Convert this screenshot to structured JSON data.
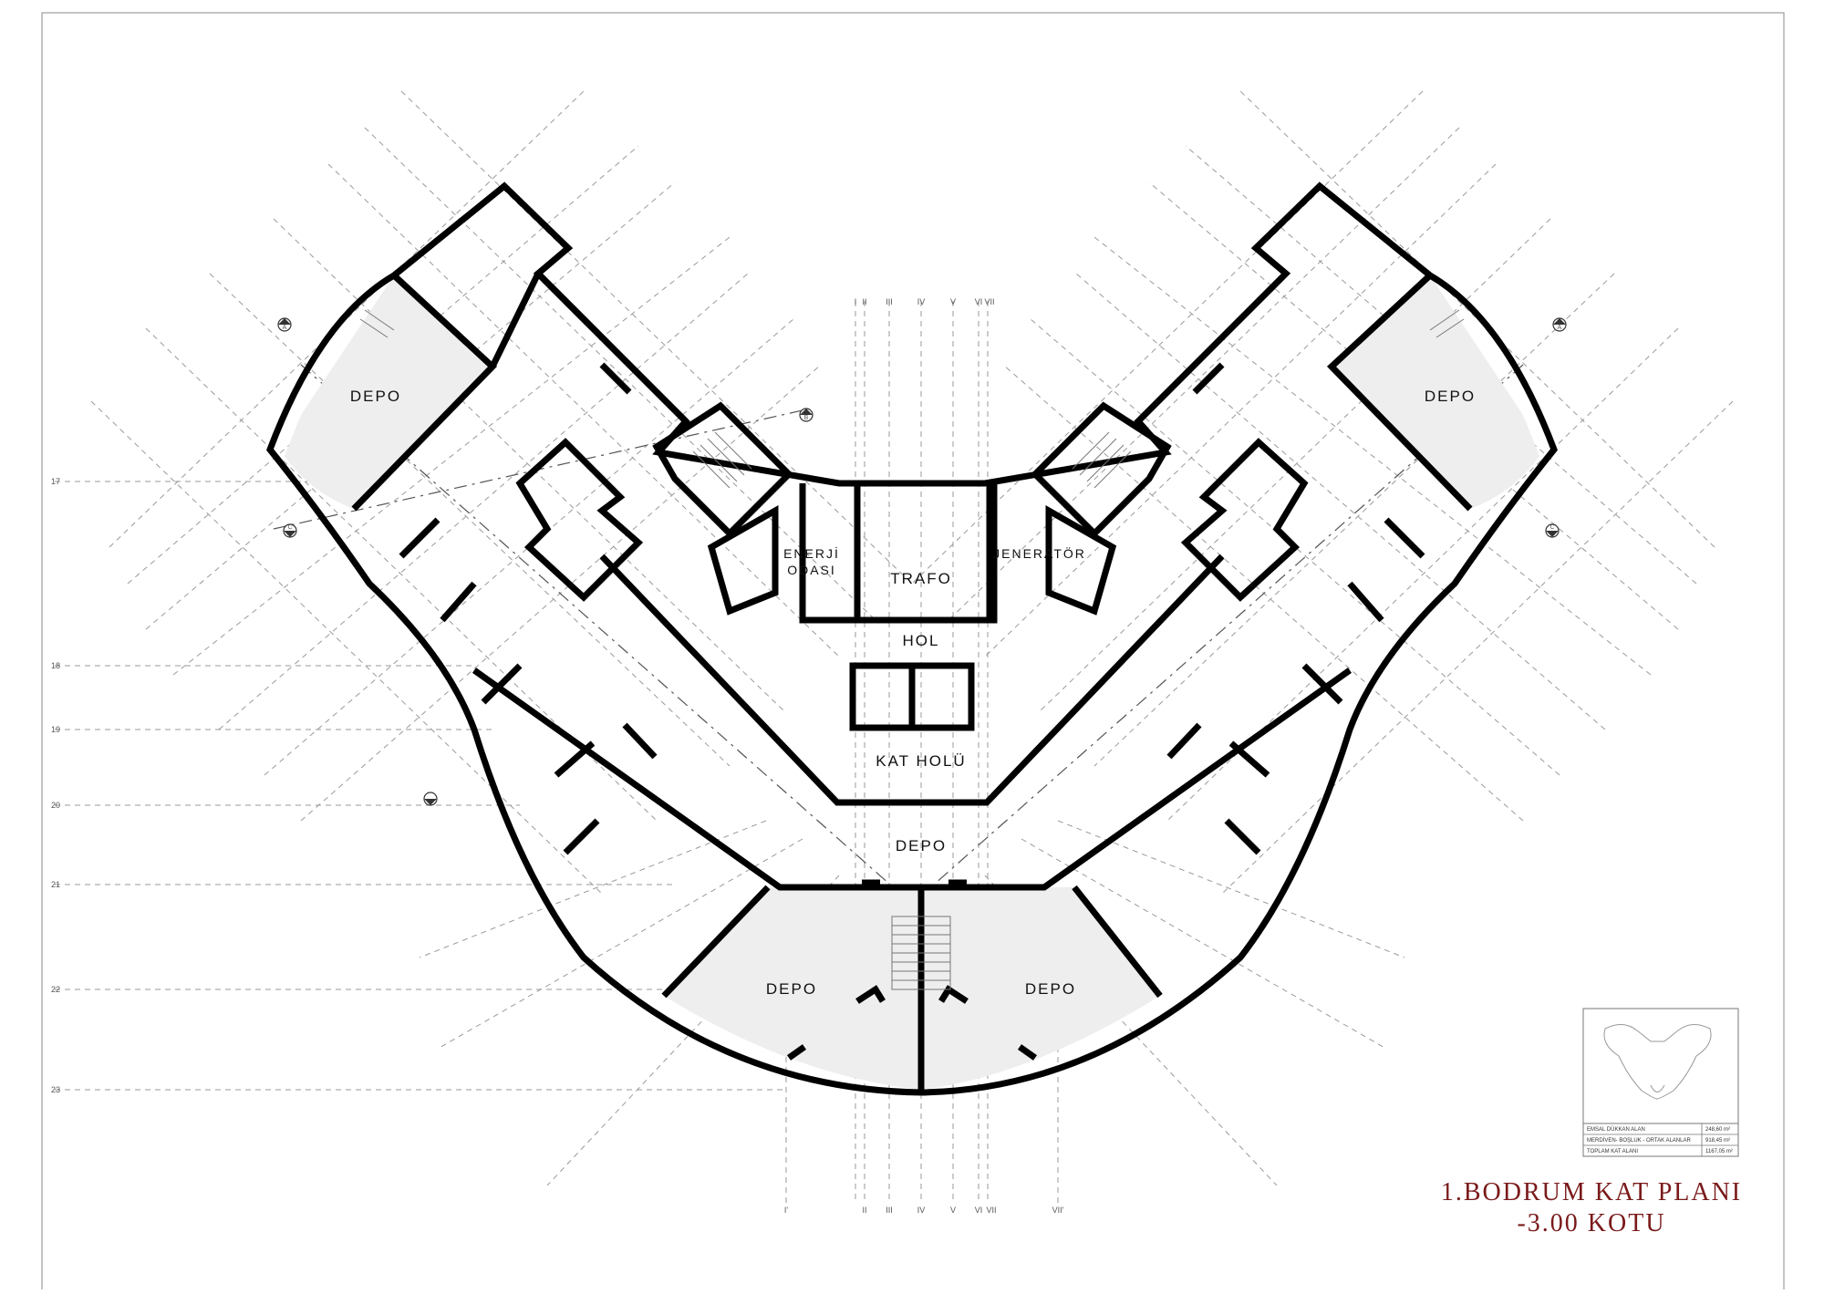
{
  "drawing": {
    "title_line1": "1.BODRUM KAT PLANI",
    "title_line2": "-3.00 KOTU",
    "title_color": "#7a1a1a"
  },
  "rooms": {
    "depo_left": "DEPO",
    "depo_right": "DEPO",
    "enerji_line1": "ENERJİ",
    "enerji_line2": "ODASI",
    "trafo": "TRAFO",
    "jenerator": "JENERATÖR",
    "hol": "HOL",
    "kat_holu": "KAT HOLÜ",
    "depo_center": "DEPO",
    "depo_bottom_left": "DEPO",
    "depo_bottom_right": "DEPO"
  },
  "grid_labels": {
    "roman_top": [
      "I",
      "II",
      "III",
      "IV",
      "V",
      "VI",
      "VII"
    ],
    "roman_bottom": [
      "I'",
      "II",
      "III",
      "IV",
      "V",
      "VI",
      "VII",
      "VII'"
    ],
    "left_numbers": [
      "17",
      "18",
      "19",
      "20",
      "21",
      "22",
      "23"
    ]
  },
  "section_marks": [
    "A",
    "C",
    "B",
    "A",
    "C"
  ],
  "area_table": {
    "rows": [
      {
        "label": "EMSAL DÜKKAN ALAN",
        "value": "248,60 m²"
      },
      {
        "label": "MERDİVEN- BOŞLUK - ORTAK ALANLAR",
        "value": "918,45 m²"
      },
      {
        "label": "TOPLAM KAT ALANI",
        "value": "1167,05 m²"
      }
    ]
  }
}
